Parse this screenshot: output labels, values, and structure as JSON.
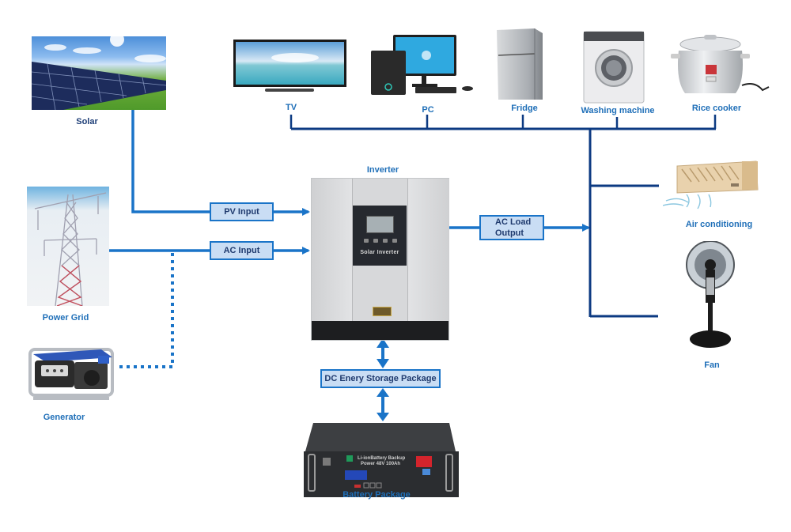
{
  "title": "Solar inverter system diagram",
  "colors": {
    "input_line": "#1a74c8",
    "load_bus": "#0c3a82",
    "box_fill": "#c9ddf4",
    "label_blue": "#1f6fb8",
    "label_dark": "#1f3f78"
  },
  "sources": {
    "solar": "Solar",
    "power_grid": "Power Grid",
    "generator": "Generator"
  },
  "inverter": {
    "label": "Inverter",
    "panel_text": "Solar Inverter"
  },
  "boxes": {
    "pv_input": "PV Input",
    "ac_input": "AC Input",
    "ac_load_output_line1": "AC Load",
    "ac_load_output_line2": "Output",
    "dc_storage": "DC Enery Storage Package"
  },
  "battery": {
    "label": "Battery Package",
    "panel_line1": "Li-ionBattery Backup",
    "panel_line2": "Power 48V 100Ah"
  },
  "loads": {
    "tv": "TV",
    "pc": "PC",
    "fridge": "Fridge",
    "washing_machine": "Washing machine",
    "rice_cooker": "Rice cooker",
    "air_conditioning": "Air conditioning",
    "fan": "Fan"
  }
}
